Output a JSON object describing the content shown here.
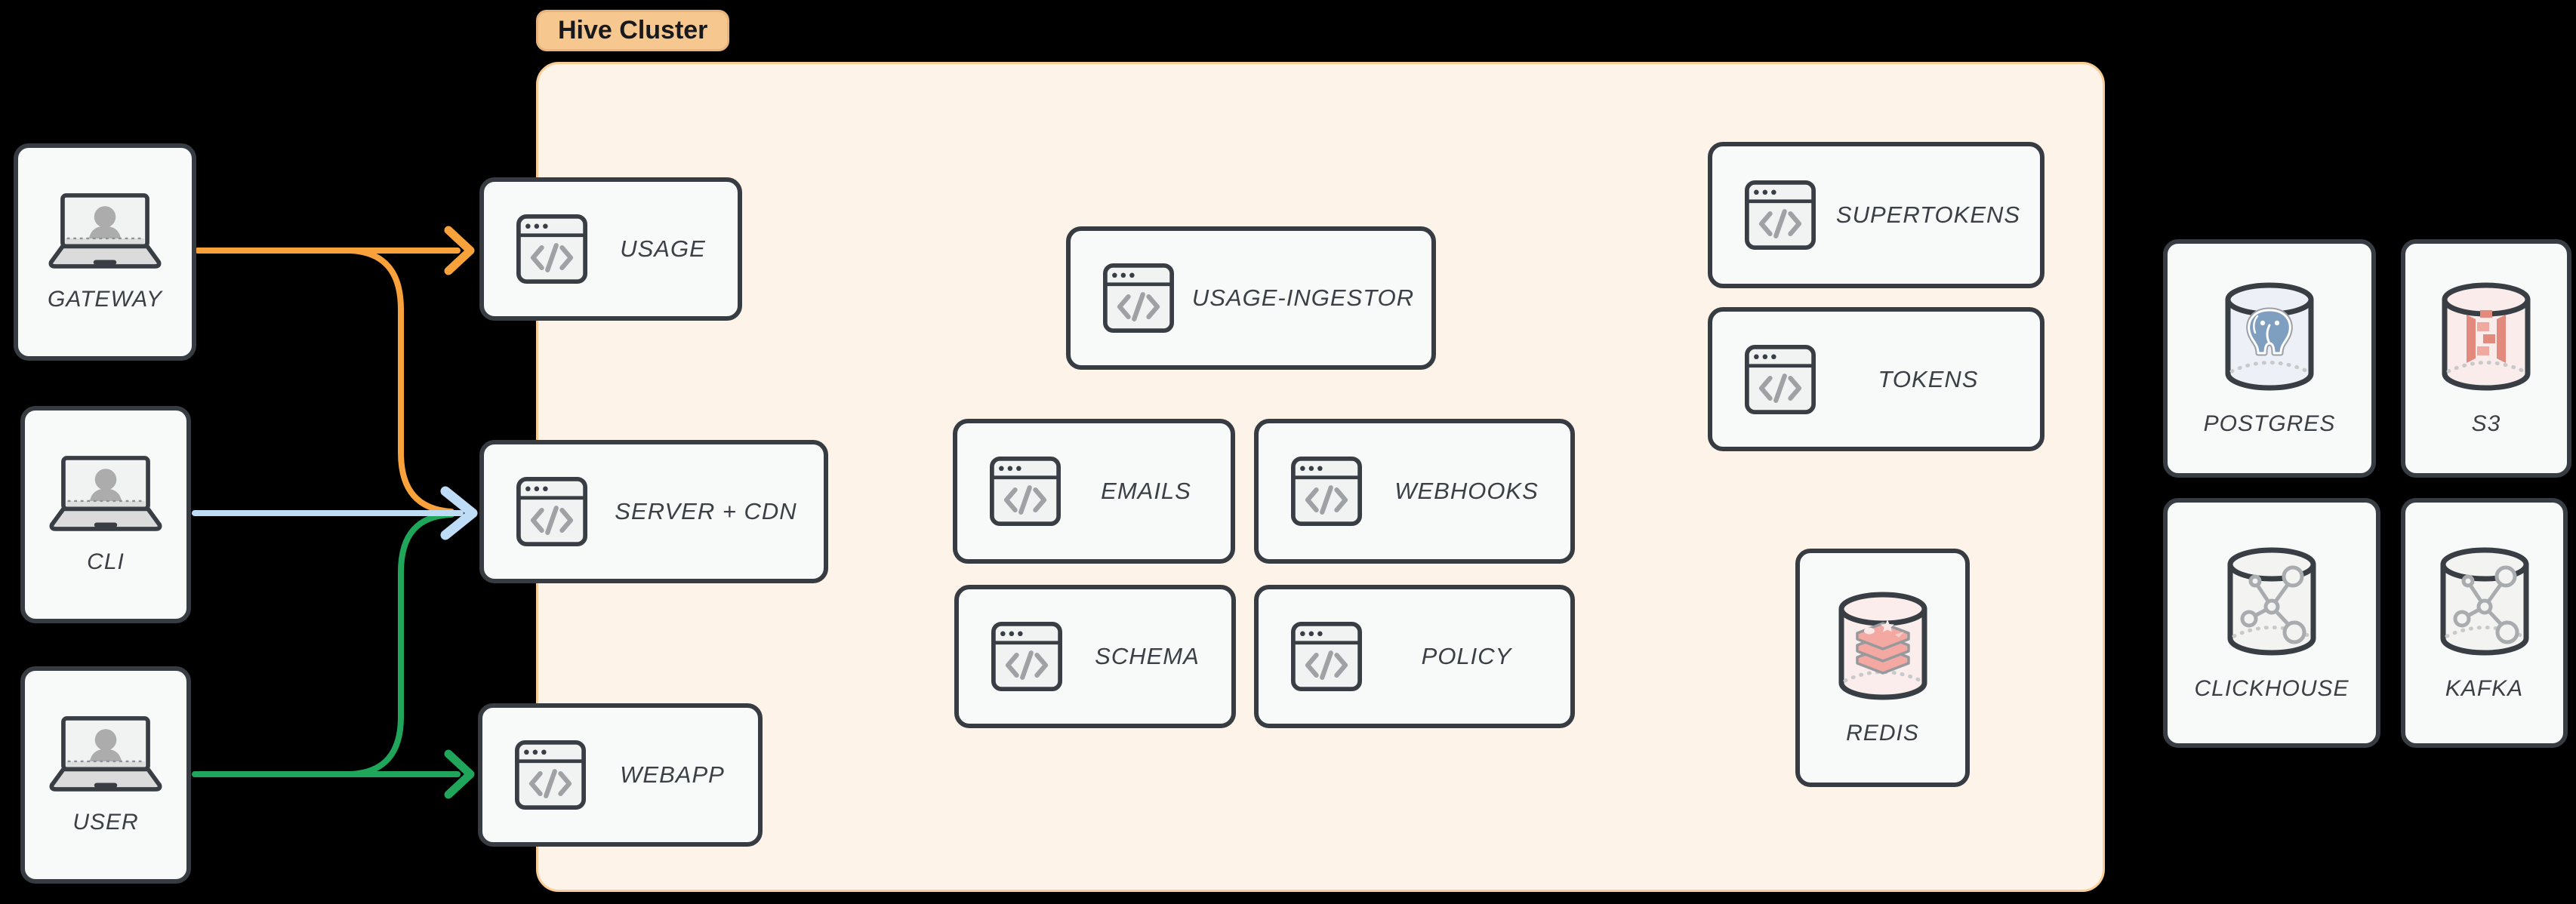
{
  "cluster": {
    "label": "Hive Cluster"
  },
  "clients": [
    {
      "id": "gateway",
      "label": "GATEWAY",
      "icon": "laptop-user"
    },
    {
      "id": "cli",
      "label": "CLI",
      "icon": "laptop-user"
    },
    {
      "id": "user",
      "label": "USER",
      "icon": "laptop-user"
    }
  ],
  "cluster_services": [
    {
      "id": "usage",
      "label": "USAGE",
      "icon": "code-window"
    },
    {
      "id": "server-cdn",
      "label": "SERVER + CDN",
      "icon": "code-window"
    },
    {
      "id": "webapp",
      "label": "WEBAPP",
      "icon": "code-window"
    },
    {
      "id": "usage-ingestor",
      "label": "USAGE-INGESTOR",
      "icon": "code-window"
    },
    {
      "id": "emails",
      "label": "EMAILS",
      "icon": "code-window"
    },
    {
      "id": "webhooks",
      "label": "WEBHOOKS",
      "icon": "code-window"
    },
    {
      "id": "schema",
      "label": "SCHEMA",
      "icon": "code-window"
    },
    {
      "id": "policy",
      "label": "POLICY",
      "icon": "code-window"
    },
    {
      "id": "supertokens",
      "label": "SUPERTOKENS",
      "icon": "code-window"
    },
    {
      "id": "tokens",
      "label": "TOKENS",
      "icon": "code-window"
    },
    {
      "id": "redis",
      "label": "REDIS",
      "icon": "redis-database"
    }
  ],
  "external_datastores": [
    {
      "id": "postgres",
      "label": "POSTGRES",
      "icon": "postgres-database"
    },
    {
      "id": "s3",
      "label": "S3",
      "icon": "s3-database"
    },
    {
      "id": "clickhouse",
      "label": "CLICKHOUSE",
      "icon": "clickhouse-database"
    },
    {
      "id": "kafka",
      "label": "KAFKA",
      "icon": "kafka-database"
    }
  ],
  "connections": [
    {
      "from": "GATEWAY",
      "to": "USAGE",
      "color": "#F9A23C"
    },
    {
      "from": "GATEWAY",
      "to": "SERVER + CDN",
      "color": "#F9A23C"
    },
    {
      "from": "CLI",
      "to": "SERVER + CDN",
      "color": "#BFDCF7"
    },
    {
      "from": "USER",
      "to": "SERVER + CDN",
      "color": "#1FA65A"
    },
    {
      "from": "USER",
      "to": "WEBAPP",
      "color": "#1FA65A"
    }
  ],
  "colors": {
    "page_bg": "#000000",
    "cluster_bg": "#FDF3E9",
    "cluster_border": "#F8CD96",
    "cluster_label_bg": "#F6C78E",
    "cluster_label_border": "#E8B47C",
    "cluster_label_text": "#17191C",
    "node_bg": "#F8F9F9",
    "node_border": "#363C42",
    "node_text": "#3A4045",
    "icon_fill": "#F1F2F2",
    "icon_stroke": "#383E44",
    "icon_glyph": "#9EA2A5",
    "silhouette": "#ACACAC",
    "keyboard_fill": "#DBDBDB",
    "arrow_gateway": "#F9A23C",
    "arrow_cli": "#BFDCF7",
    "arrow_user": "#1FA65A",
    "cyl_neutral": "#F3F3F1",
    "cyl_redis": "#FAEDEC",
    "cyl_postgres": "#EDF1F7",
    "cyl_s3": "#FAECEA",
    "redis_logo": "#F3A8A1",
    "redis_logo_stroke": "#97999C",
    "postgres_logo": "#7E9FBF",
    "s3_logo": "#E28A7E",
    "s3_logo_light": "#EFA99E",
    "molecule": "#A8ACAF",
    "dashed_arc": "#C8C9CB"
  }
}
